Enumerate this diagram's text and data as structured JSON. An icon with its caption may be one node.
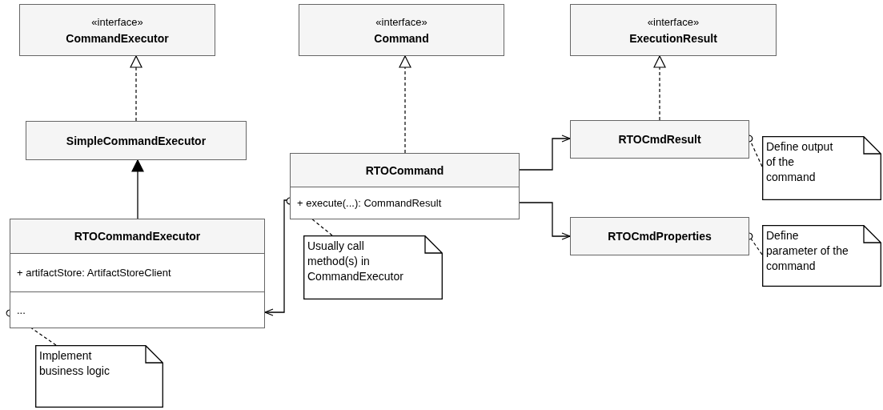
{
  "diagram": {
    "nodes": [
      {
        "text": [
          "«interface»",
          "CommandExecutor"
        ]
      },
      {
        "text": [
          "«interface»",
          "Command"
        ]
      },
      {
        "text": [
          "«interface»",
          "ExecutionResult"
        ]
      },
      {
        "text": [
          "SimpleCommandExecutor"
        ]
      },
      {
        "text": [
          "RTOCommand",
          "+ execute(...): CommandResult"
        ]
      },
      {
        "text": [
          "RTOCmdResult"
        ]
      },
      {
        "text": [
          "RTOCmdProperties"
        ]
      },
      {
        "text": [
          "RTOCommandExecutor",
          "+ artifactStore: ArtifactStoreClient",
          "..."
        ]
      },
      {
        "text": [
          "Usually call method(s) in CommandExecutor"
        ]
      },
      {
        "text": [
          "Define output of the command"
        ]
      },
      {
        "text": [
          "Define parameter of the command"
        ]
      },
      {
        "text": [
          "Implement business logic"
        ]
      }
    ],
    "edges": [
      {
        "from": 3,
        "to": 0,
        "arrow": "to",
        "style": "dashed"
      },
      {
        "from": 4,
        "to": 1,
        "arrow": "to",
        "style": "dashed"
      },
      {
        "from": 5,
        "to": 2,
        "arrow": "to",
        "style": "dashed"
      },
      {
        "from": 7,
        "to": 3,
        "arrow": "to"
      },
      {
        "from": 4,
        "to": 5,
        "arrow": "to"
      },
      {
        "from": 4,
        "to": 6,
        "arrow": "to"
      },
      {
        "from": 4,
        "to": 7,
        "arrow": "to"
      },
      {
        "from": 8,
        "to": 4,
        "arrow": "other",
        "style": "dashed"
      },
      {
        "from": 9,
        "to": 5,
        "arrow": "other",
        "style": "dashed"
      },
      {
        "from": 10,
        "to": 6,
        "arrow": "other",
        "style": "dashed"
      },
      {
        "from": 11,
        "to": 7,
        "arrow": "other",
        "style": "dashed"
      }
    ]
  }
}
